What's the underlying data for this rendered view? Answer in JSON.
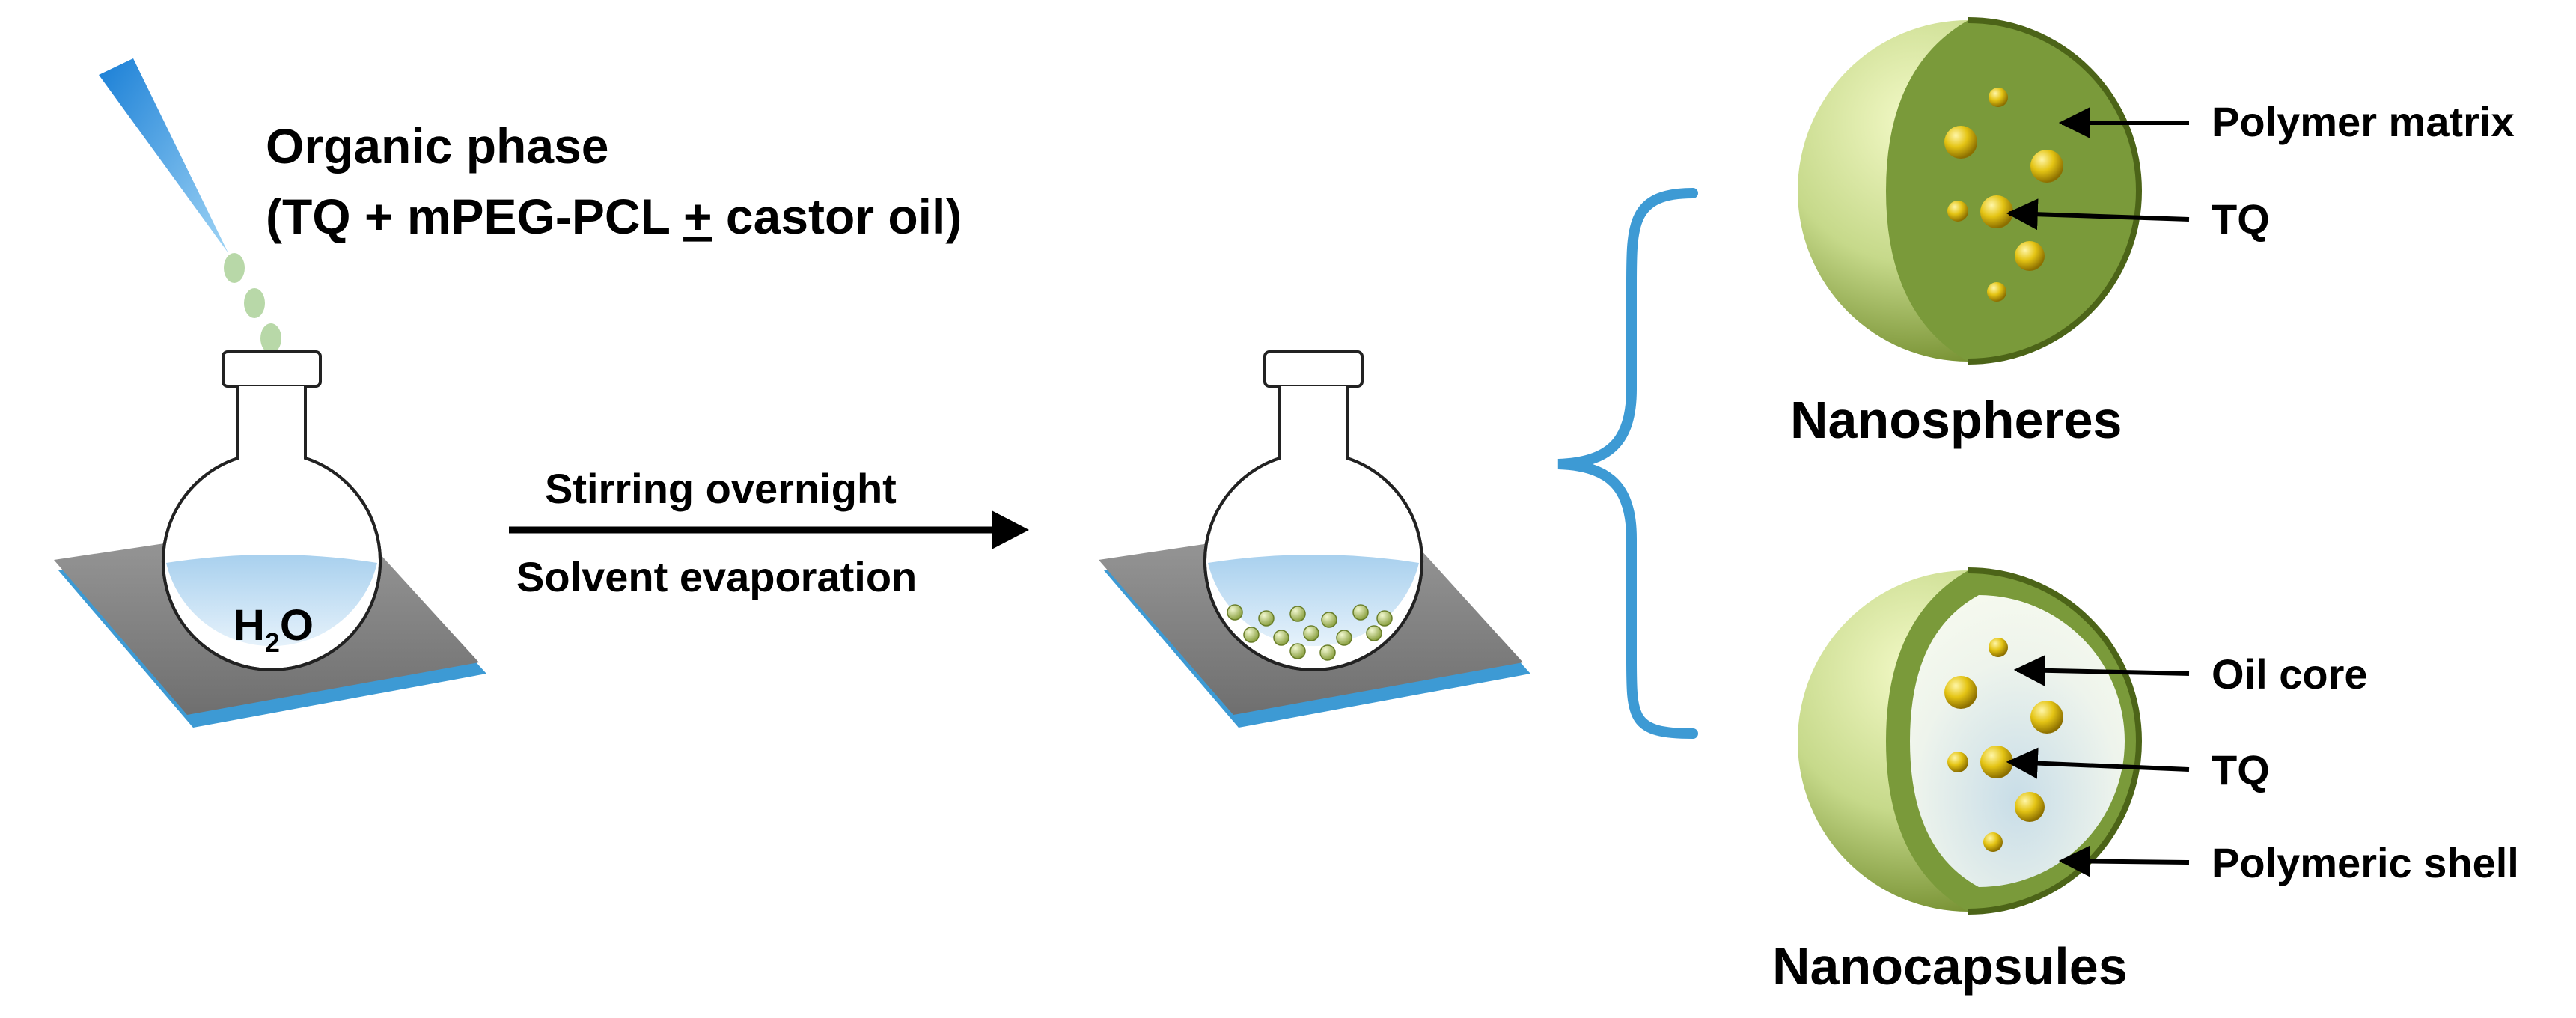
{
  "organic_phase": {
    "title": "Organic phase",
    "composition_open": "(TQ + mPEG-PCL ",
    "plus_minus": "+",
    "composition_close": " castor oil)"
  },
  "flask_left": {
    "water_H": "H",
    "water_sub": "2",
    "water_O": "O"
  },
  "process": {
    "step1": "Stirring overnight",
    "step2": "Solvent evaporation"
  },
  "nanospheres": {
    "title": "Nanospheres",
    "label_matrix": "Polymer matrix",
    "label_tq": "TQ"
  },
  "nanocapsules": {
    "title": "Nanocapsules",
    "label_core": "Oil core",
    "label_tq": "TQ",
    "label_shell": "Polymeric shell"
  },
  "colors": {
    "blue": "#3d9ad4",
    "plate": "#8a8a8a",
    "matrix_green": "#7a9a3a",
    "sphere_light": "#eef6c0",
    "gold": "#e0c010"
  }
}
